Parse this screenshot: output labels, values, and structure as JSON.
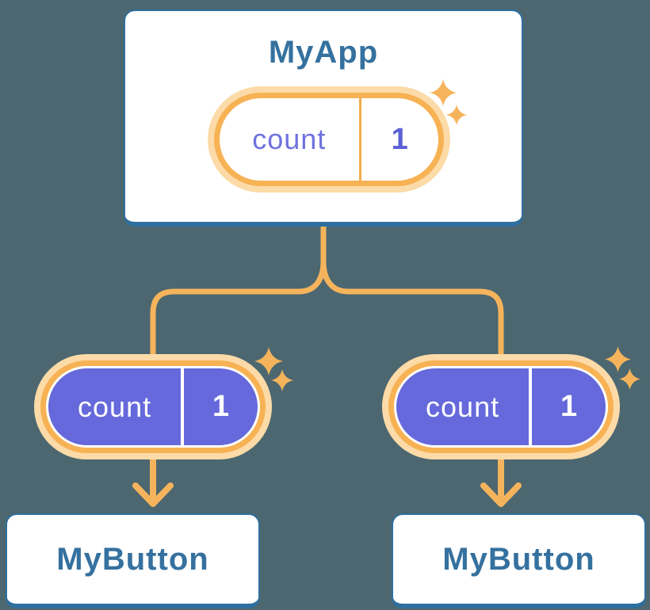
{
  "colors": {
    "background": "#4C6770",
    "card_border": "#2E6F9F",
    "card_title_text": "#35719F",
    "accent_orange": "#F5B45C",
    "accent_orange_light": "#FCDBA8",
    "state_purple": "#6569DB"
  },
  "root": {
    "title": "MyApp",
    "state": {
      "name": "count",
      "value": "1"
    }
  },
  "children": [
    {
      "title": "MyButton",
      "state": {
        "name": "count",
        "value": "1"
      }
    },
    {
      "title": "MyButton",
      "state": {
        "name": "count",
        "value": "1"
      }
    }
  ]
}
